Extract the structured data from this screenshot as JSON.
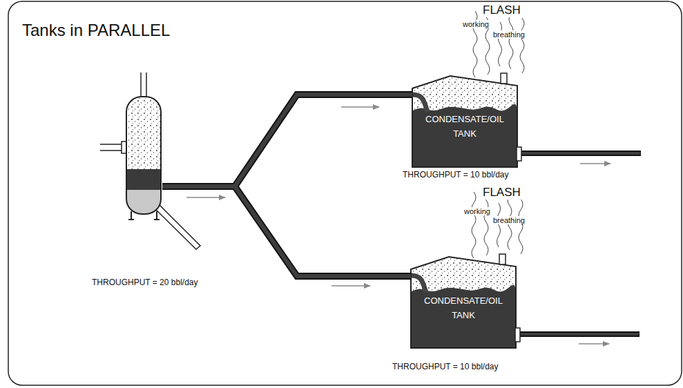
{
  "diagram": {
    "title": "Tanks in PARALLEL",
    "nodes": [
      {
        "text": [
          "THROUGHPUT = 20 bbl/day"
        ]
      },
      {
        "text": [
          "CONDENSATE/OIL TANK",
          "THROUGHPUT = 10 bbl/day"
        ]
      },
      {
        "text": [
          "CONDENSATE/OIL TANK",
          "THROUGHPUT = 10 bbl/day"
        ]
      }
    ],
    "edges": [
      {
        "from": 0,
        "to": 1,
        "arrow": "none"
      },
      {
        "from": 0,
        "to": 2,
        "arrow": "none"
      }
    ],
    "labels": [
      "FLASH",
      "working",
      "breathing",
      "FLASH",
      "working",
      "breathing"
    ]
  }
}
